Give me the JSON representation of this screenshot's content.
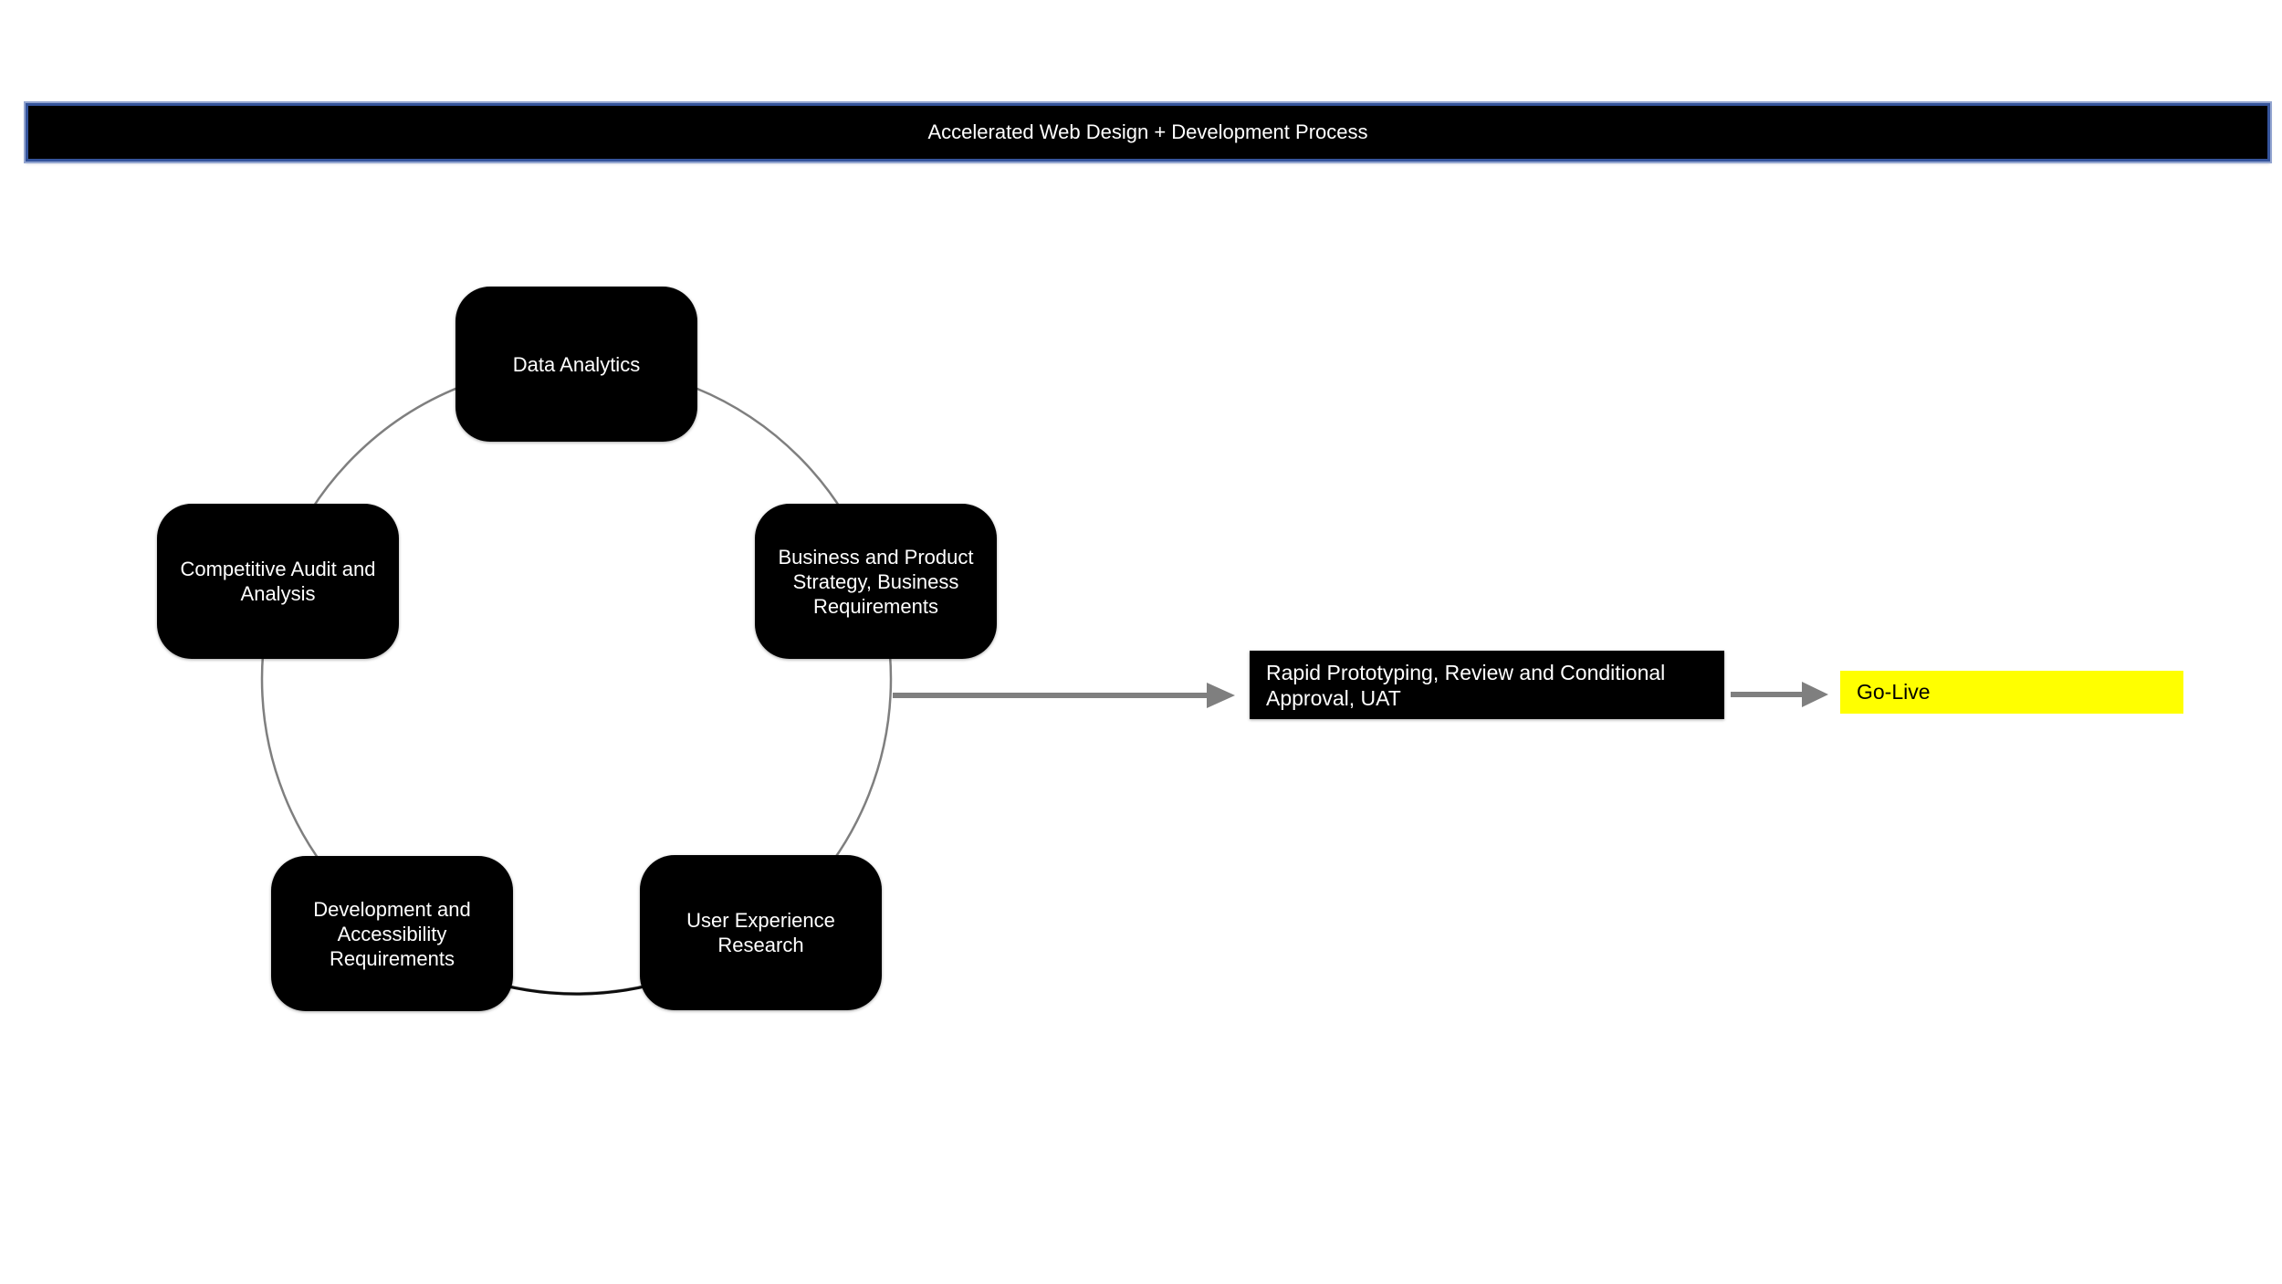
{
  "title": {
    "text": "Accelerated Web Design + Development Process"
  },
  "cycle": {
    "nodes": [
      {
        "id": "data-analytics",
        "label": "Data Analytics"
      },
      {
        "id": "business-product-strategy",
        "label": "Business and Product Strategy, Business Requirements"
      },
      {
        "id": "user-experience-research",
        "label": "User Experience Research"
      },
      {
        "id": "development-accessibility",
        "label": "Development and Accessibility Requirements"
      },
      {
        "id": "competitive-audit",
        "label": "Competitive Audit and Analysis"
      }
    ]
  },
  "flow": {
    "rapid_prototyping_label": "Rapid Prototyping, Review and Conditional Approval, UAT",
    "go_live_label": "Go-Live"
  },
  "colors": {
    "node_fill": "#000000",
    "node_text": "#ffffff",
    "title_fill": "#000000",
    "title_border_dark": "#35549b",
    "title_border_light": "#93a5d0",
    "title_text": "#ffffff",
    "connector_gray": "#7f7f7f",
    "connector_dark": "#0d0d0d",
    "golive_fill": "#ffff00",
    "golive_text": "#000000",
    "background": "#ffffff"
  }
}
